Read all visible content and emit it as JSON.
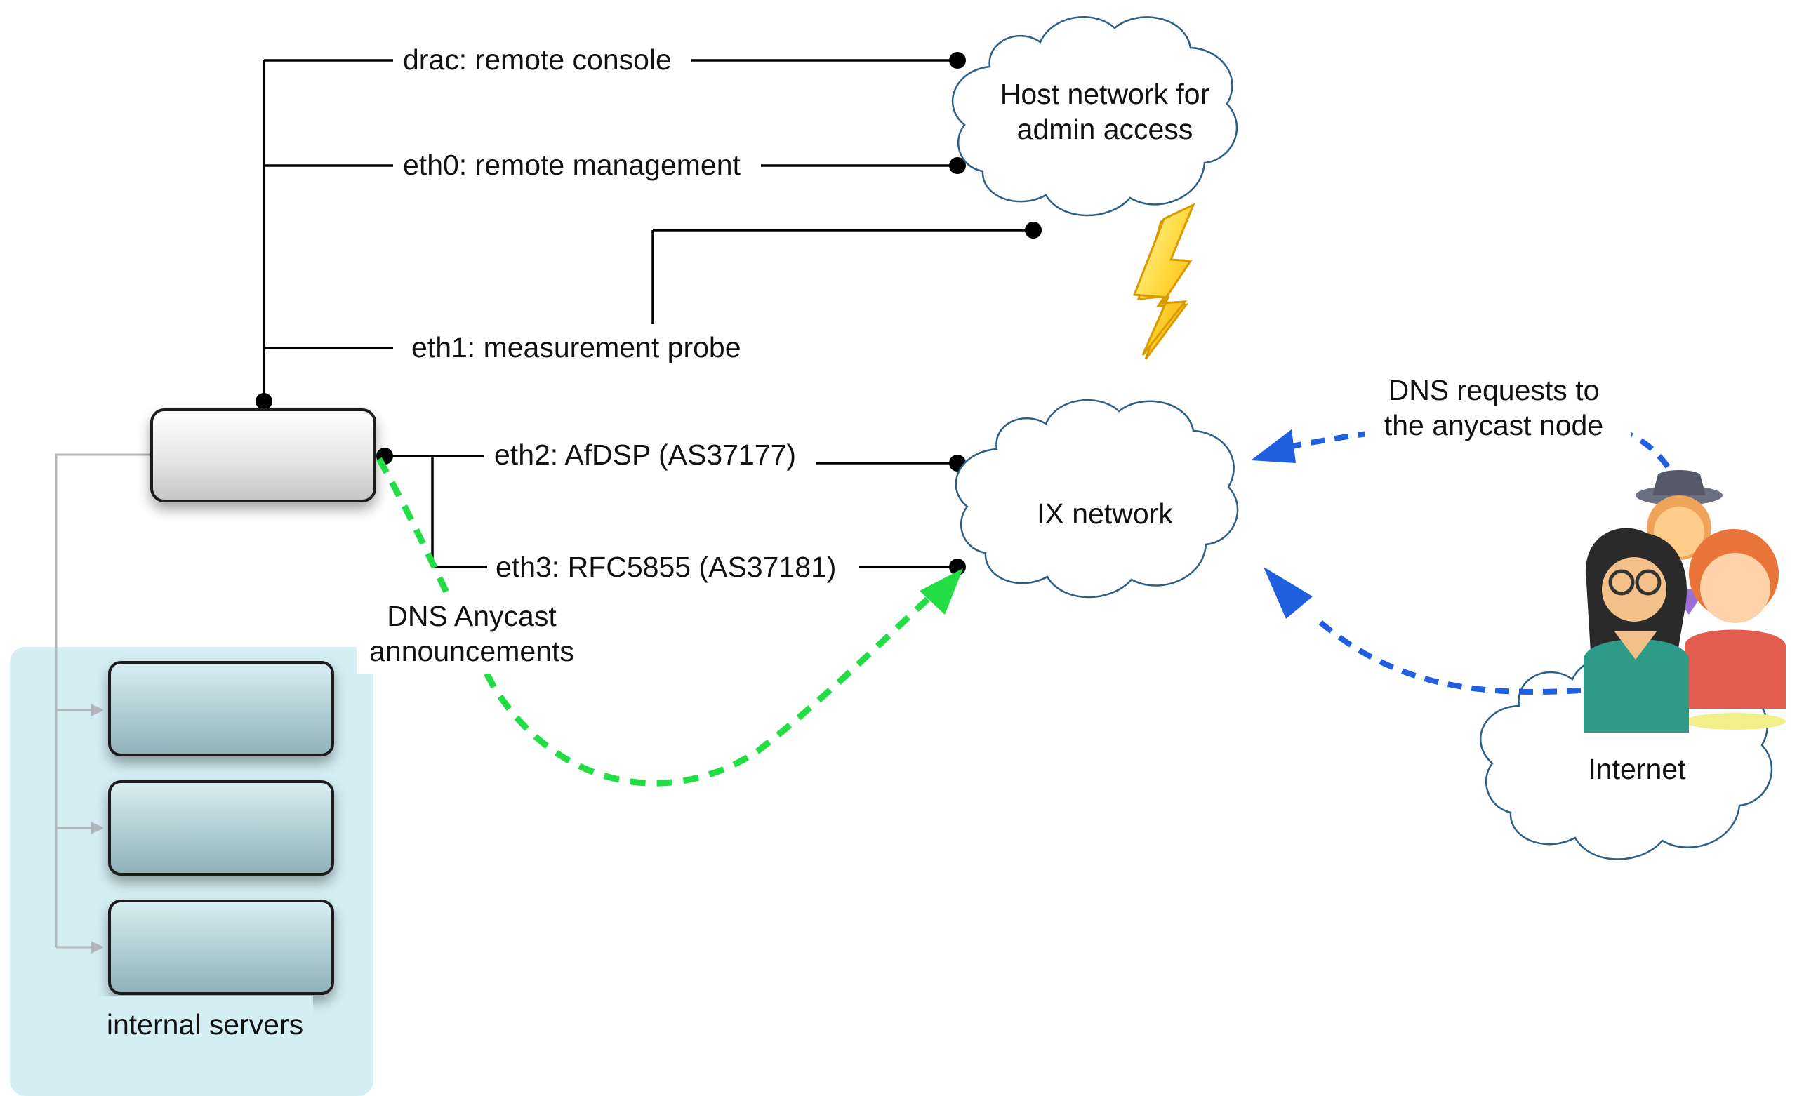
{
  "labels": {
    "drac": "drac: remote console",
    "eth0": "eth0: remote management",
    "eth1": "eth1:  measurement probe",
    "eth2": "eth2: AfDSP (AS37177)",
    "eth3": "eth3: RFC5855 (AS37181)",
    "host_network_line1": "Host network for",
    "host_network_line2": "admin access",
    "ix_network": "IX network",
    "internet": "Internet",
    "dns_requests_line1": "DNS requests to",
    "dns_requests_line2": "the anycast node",
    "anycast_line1": "DNS Anycast",
    "anycast_line2": "announcements",
    "internal_servers": "internal servers"
  },
  "colors": {
    "line": "#000000",
    "gray_connector": "#b3b8bc",
    "announcement_arrow": "#22dd44",
    "request_arrow": "#1f5fe0",
    "internal_zone": "#d4eef3",
    "cloud_stroke": "#2b5f86",
    "lightning": "#ffd83a"
  },
  "icons": [
    "cloud-icon",
    "lightning-icon",
    "users-icon",
    "server-box"
  ]
}
